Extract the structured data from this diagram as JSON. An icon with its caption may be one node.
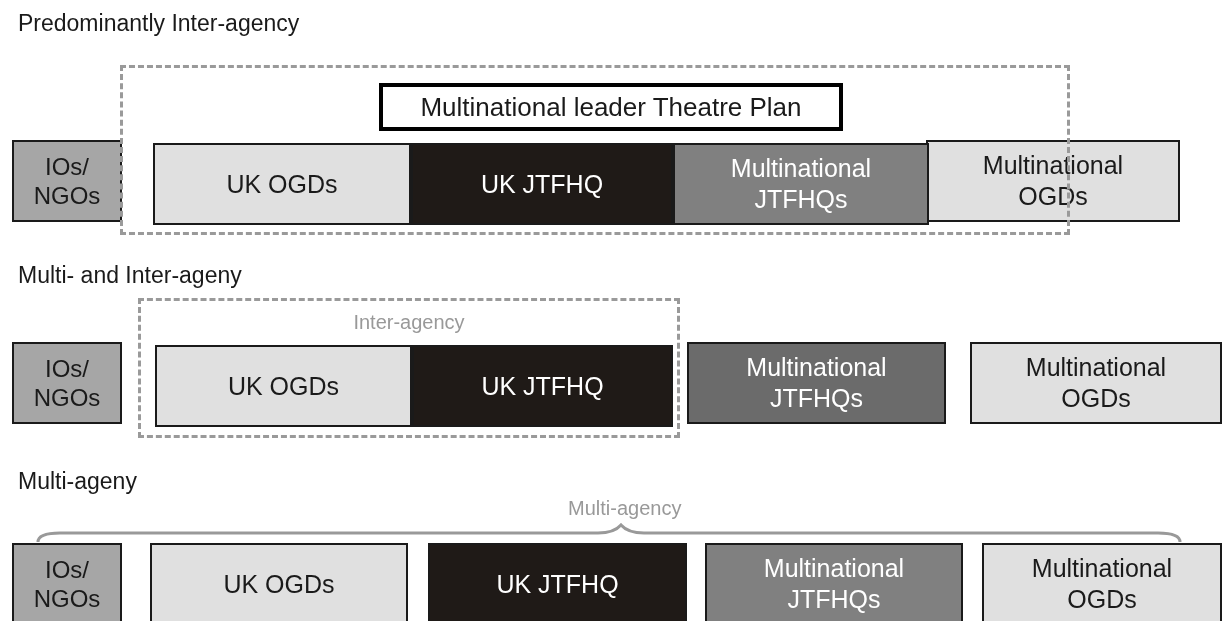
{
  "diagram": {
    "nodes": [
      {
        "text": [],
        "shape": "box"
      },
      {
        "text": [
          "Multinational leader Theatre Plan"
        ],
        "in": 0
      },
      {
        "text": [
          "IOs/ NGOs"
        ]
      },
      {
        "text": [
          "UK OGDs"
        ],
        "in": 0
      },
      {
        "text": [
          "UK JTFHQ"
        ],
        "in": 0
      },
      {
        "text": [
          "Multinational JTFHQs"
        ],
        "in": 0
      },
      {
        "text": [
          "Multinational OGDs"
        ]
      },
      {
        "text": [
          "IOs/ NGOs"
        ]
      },
      {
        "text": [
          "Inter-agency"
        ]
      },
      {
        "text": [
          "UK OGDs"
        ],
        "in": 8
      },
      {
        "text": [
          "UK JTFHQ"
        ],
        "in": 8
      },
      {
        "text": [
          "Multinational JTFHQs"
        ]
      },
      {
        "text": [
          "Multinational OGDs"
        ]
      },
      {
        "text": [
          "IOs/ NGOs"
        ]
      },
      {
        "text": [
          "UK OGDs"
        ]
      },
      {
        "text": [
          "UK JTFHQ"
        ]
      },
      {
        "text": [
          "Multinational JTFHQs"
        ]
      },
      {
        "text": [
          "Multinational OGDs"
        ]
      }
    ],
    "edges": [],
    "labels": [
      "Predominantly Inter-agency",
      "Multi- and Inter-ageny",
      "Multi-ageny",
      "Multi-agency"
    ]
  }
}
